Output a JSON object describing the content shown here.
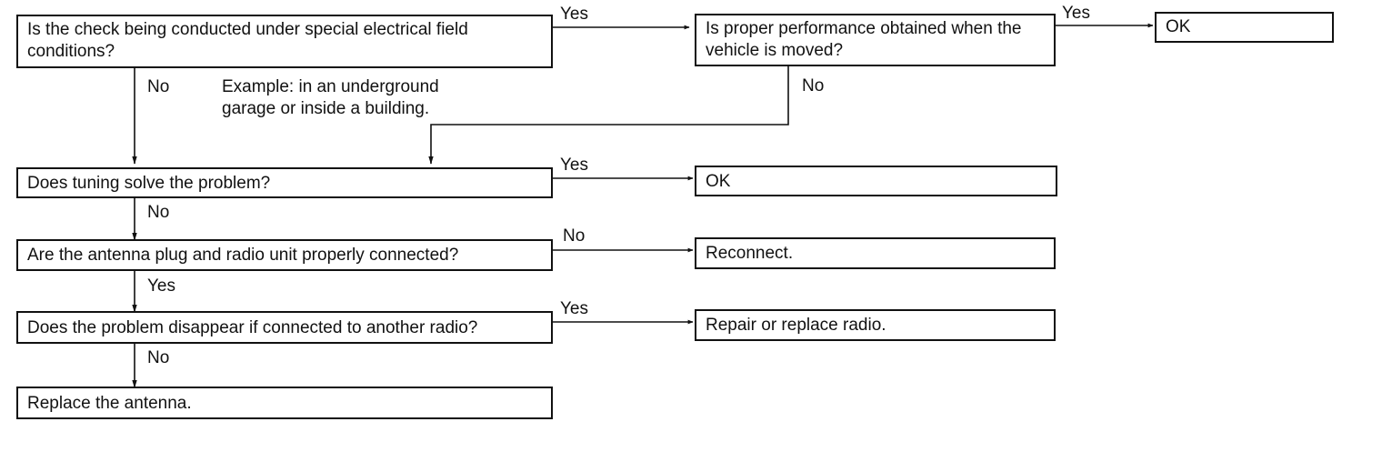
{
  "colors": {
    "line": "#111111",
    "background": "#ffffff"
  },
  "nodes": {
    "q_special_field": "Is the check being conducted under special electrical field conditions?",
    "q_vehicle_moved": "Is proper performance obtained when the vehicle is moved?",
    "ok_top": "OK",
    "q_tuning": "Does tuning solve the problem?",
    "ok_tuning": "OK",
    "q_connected": "Are the antenna plug and radio unit properly connected?",
    "reconnect": "Reconnect.",
    "q_other_radio": "Does the problem disappear if connected to another radio?",
    "repair_radio": "Repair or replace radio.",
    "replace_antenna": "Replace the antenna."
  },
  "note": "Example: in an underground garage or inside a building.",
  "edge_labels": {
    "special_yes": "Yes",
    "special_no": "No",
    "moved_yes": "Yes",
    "moved_no": "No",
    "tuning_yes": "Yes",
    "tuning_no": "No",
    "connected_no": "No",
    "connected_yes": "Yes",
    "other_radio_yes": "Yes",
    "other_radio_no": "No"
  }
}
